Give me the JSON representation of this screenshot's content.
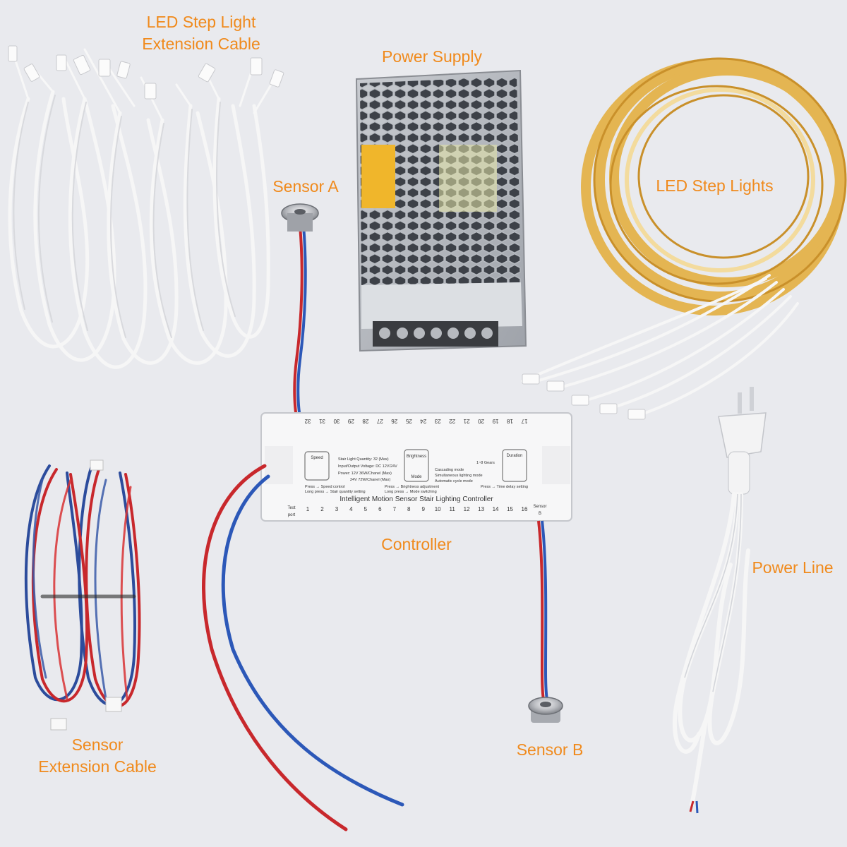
{
  "labels": {
    "extension_cable": [
      "LED Step Light",
      "Extension Cable"
    ],
    "power_supply": "Power Supply",
    "sensor_a": "Sensor A",
    "led_step_lights": "LED Step Lights",
    "controller": "Controller",
    "power_line": "Power Line",
    "sensor_extension_cable": [
      "Sensor",
      "Extension Cable"
    ],
    "sensor_b": "Sensor B"
  },
  "controller_panel": {
    "title": "Intelligent Motion Sensor Stair Lighting Controller",
    "speed_label": "Speed",
    "brightness_label": "Brightness",
    "mode_label": "Mode",
    "duration_label": "Duration",
    "spec_quantity": "Stair Light Quantity: 32 (Max)",
    "spec_voltage": "Input/Output Voltage: DC 12V/24V",
    "spec_power_12": "Power: 12V 36W/Chanel (Max)",
    "spec_power_24": "24V 72W/Chanel (Max)",
    "mode_1": "Cascading mode",
    "mode_2": "Simultaneous lighting mode",
    "mode_3": "Automatic cycle mode",
    "gears": "1~8 Gears",
    "speed_press": "Press → Speed control",
    "speed_long": "Long press → Stair quantity setting",
    "bright_press": "Press → Brightness adjustment",
    "bright_long": "Long press → Mode switching",
    "duration_press": "Press → Time delay setting",
    "test_port": [
      "Test",
      "port"
    ],
    "sensor_b_port": [
      "Sensor",
      "B"
    ],
    "bottom_ports": [
      "1",
      "2",
      "3",
      "4",
      "5",
      "6",
      "7",
      "8",
      "9",
      "10",
      "11",
      "12",
      "13",
      "14",
      "15",
      "16"
    ],
    "top_ports": [
      "32",
      "31",
      "30",
      "29",
      "28",
      "27",
      "26",
      "25",
      "24",
      "23",
      "22",
      "21",
      "20",
      "19",
      "18",
      "17"
    ]
  },
  "colors": {
    "label": "#f08a1c",
    "background": "#e9eaee",
    "wire_red": "#c8282c",
    "wire_blue": "#2c58b8",
    "led_strip": "#e4b34a",
    "cable_white": "#f4f4f4"
  }
}
